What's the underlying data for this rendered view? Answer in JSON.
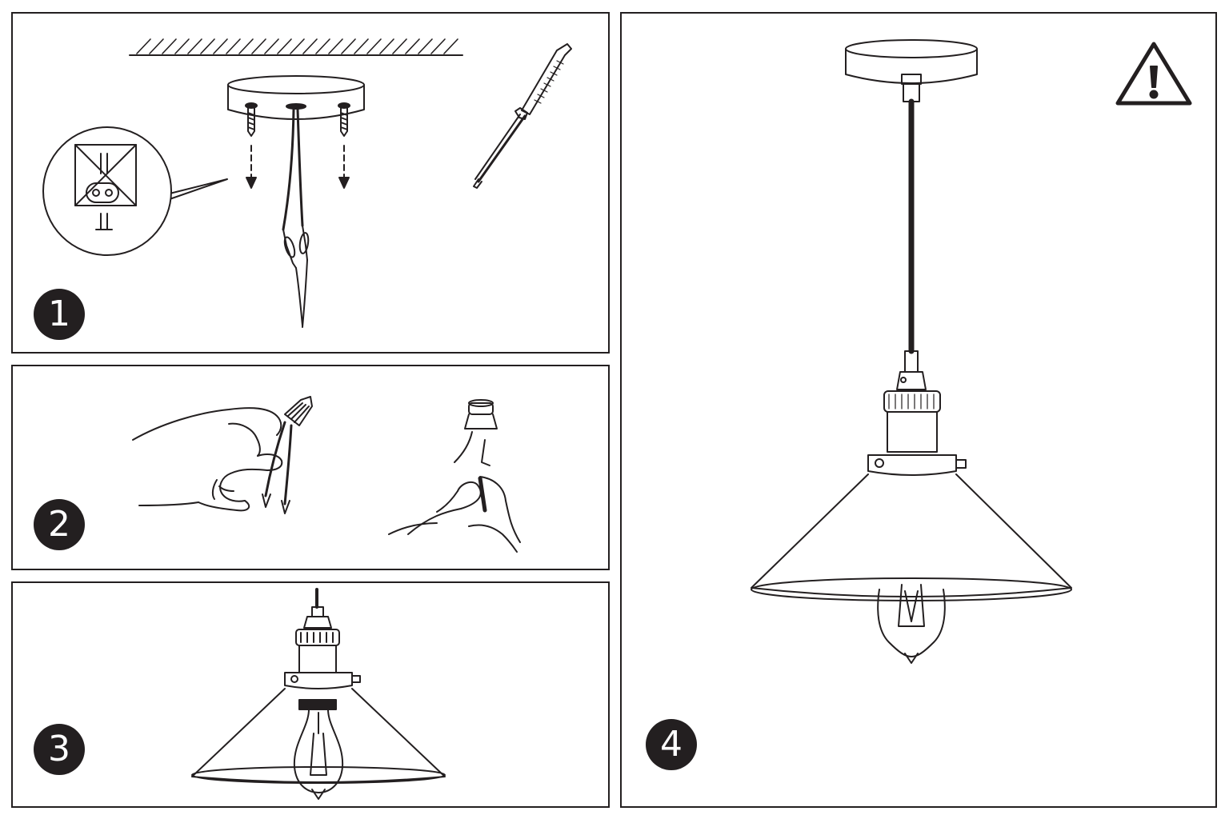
{
  "steps": [
    {
      "number": "1",
      "icon": "ceiling-mount-wiring"
    },
    {
      "number": "2",
      "icon": "wire-connector-hand"
    },
    {
      "number": "3",
      "icon": "assembled-lamp-shade"
    },
    {
      "number": "4",
      "icon": "hanging-pendant-lamp"
    }
  ],
  "warning": {
    "icon": "warning-triangle-icon"
  },
  "colors": {
    "line": "#231f20",
    "badge": "#231f20",
    "badge_text": "#ffffff"
  }
}
